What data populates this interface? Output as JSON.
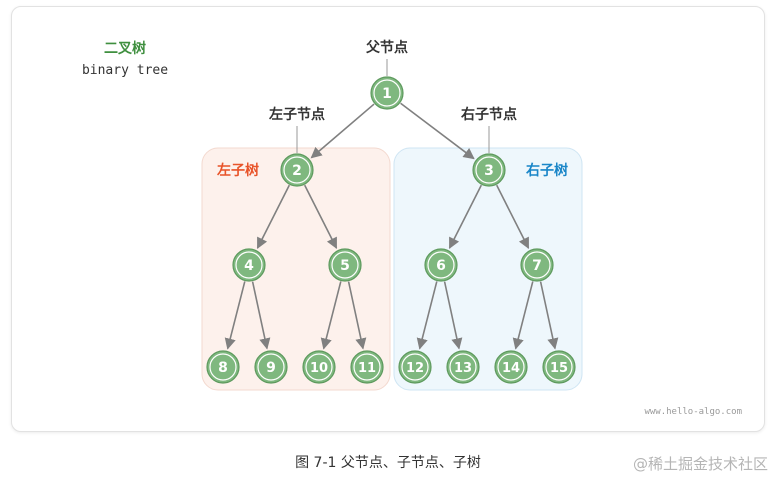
{
  "title": {
    "main": "二叉树",
    "sub": "binary tree"
  },
  "labels": {
    "parent": "父节点",
    "left_child": "左子节点",
    "right_child": "右子节点",
    "left_subtree": "左子树",
    "right_subtree": "右子树"
  },
  "nodes": [
    {
      "id": "1",
      "label": "1"
    },
    {
      "id": "2",
      "label": "2"
    },
    {
      "id": "3",
      "label": "3"
    },
    {
      "id": "4",
      "label": "4"
    },
    {
      "id": "5",
      "label": "5"
    },
    {
      "id": "6",
      "label": "6"
    },
    {
      "id": "7",
      "label": "7"
    },
    {
      "id": "8",
      "label": "8"
    },
    {
      "id": "9",
      "label": "9"
    },
    {
      "id": "10",
      "label": "10"
    },
    {
      "id": "11",
      "label": "11"
    },
    {
      "id": "12",
      "label": "12"
    },
    {
      "id": "13",
      "label": "13"
    },
    {
      "id": "14",
      "label": "14"
    },
    {
      "id": "15",
      "label": "15"
    }
  ],
  "edges": [
    [
      "1",
      "2"
    ],
    [
      "1",
      "3"
    ],
    [
      "2",
      "4"
    ],
    [
      "2",
      "5"
    ],
    [
      "3",
      "6"
    ],
    [
      "3",
      "7"
    ],
    [
      "4",
      "8"
    ],
    [
      "4",
      "9"
    ],
    [
      "5",
      "10"
    ],
    [
      "5",
      "11"
    ],
    [
      "6",
      "12"
    ],
    [
      "6",
      "13"
    ],
    [
      "7",
      "14"
    ],
    [
      "7",
      "15"
    ]
  ],
  "site": "www.hello-algo.com",
  "caption": "图 7-1   父节点、子节点、子树",
  "watermark": "@稀土掘金技术社区",
  "colors": {
    "node_fill": "#7fb87f",
    "node_stroke": "#5e9a5e",
    "edge": "#808080",
    "title": "#3f8f3f",
    "left_subtree": "#e8542a",
    "right_subtree": "#1a86c8",
    "left_bg": "#fdf1ec",
    "right_bg": "#eef7fc"
  }
}
